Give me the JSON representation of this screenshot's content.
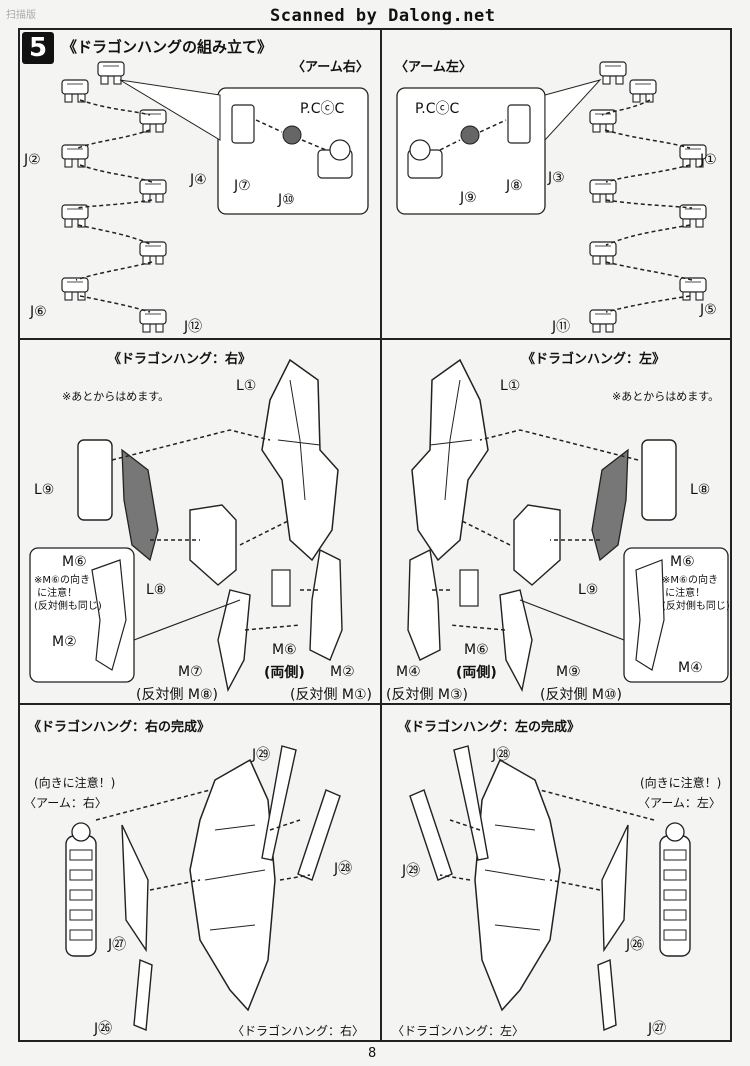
{
  "watermark": "扫描版",
  "banner": "Scanned by Dalong.net",
  "step": {
    "number": "5",
    "title": "《ドラゴンハングの組み立て》"
  },
  "arm_right": {
    "heading": "〈アーム右〉",
    "labels": {
      "j2": "J②",
      "j4": "J④",
      "j6": "J⑥",
      "j12": "J⑫",
      "pc": "P.CⓒC",
      "j7": "J⑦",
      "j10": "J⑩"
    }
  },
  "arm_left": {
    "heading": "〈アーム左〉",
    "labels": {
      "pc": "P.CⓒC",
      "j9": "J⑨",
      "j8": "J⑧",
      "j3": "J③",
      "j1": "J①",
      "j5": "J⑤",
      "j11": "J⑪"
    }
  },
  "hang_right": {
    "heading": "《ドラゴンハング：右》",
    "note_later": "※あとからはめます。",
    "labels": {
      "l1": "L①",
      "l9": "L⑨",
      "l8": "L⑧",
      "m6": "M⑥",
      "m6_note": "※M⑥の向き\n に注意！\n(反対側も同じ)",
      "m2": "M②",
      "m7": "M⑦",
      "m7_opp": "(反対側 M⑧)",
      "m6_both": "M⑥",
      "both_sides": "(両側)",
      "m2b": "M②",
      "m2_opp": "(反対側 M①)"
    }
  },
  "hang_left": {
    "heading": "《ドラゴンハング：左》",
    "note_later": "※あとからはめます。",
    "labels": {
      "l1": "L①",
      "l8": "L⑧",
      "l9": "L⑨",
      "m6": "M⑥",
      "m6_note": "※M⑥の向き\n に注意！\n(反対側も同じ)",
      "m4": "M④",
      "m4_opp": "(反対側 M③)",
      "m6_both": "M⑥",
      "both_sides": "(両側)",
      "m9": "M⑨",
      "m9_opp": "(反対側 M⑩)",
      "m4b": "M④"
    }
  },
  "done_right": {
    "heading": "《ドラゴンハング：右の完成》",
    "caution": "(向きに注意！)",
    "arm": "〈アーム：右〉",
    "caption": "〈ドラゴンハング：右〉",
    "labels": {
      "j29": "J㉙",
      "j28": "J㉘",
      "j27": "J㉗",
      "j26": "J㉖"
    }
  },
  "done_left": {
    "heading": "《ドラゴンハング：左の完成》",
    "caution": "(向きに注意！)",
    "arm": "〈アーム：左〉",
    "caption": "〈ドラゴンハング：左〉",
    "labels": {
      "j28": "J㉘",
      "j29": "J㉙",
      "j26": "J㉖",
      "j27": "J㉗"
    }
  },
  "page_number": "8"
}
